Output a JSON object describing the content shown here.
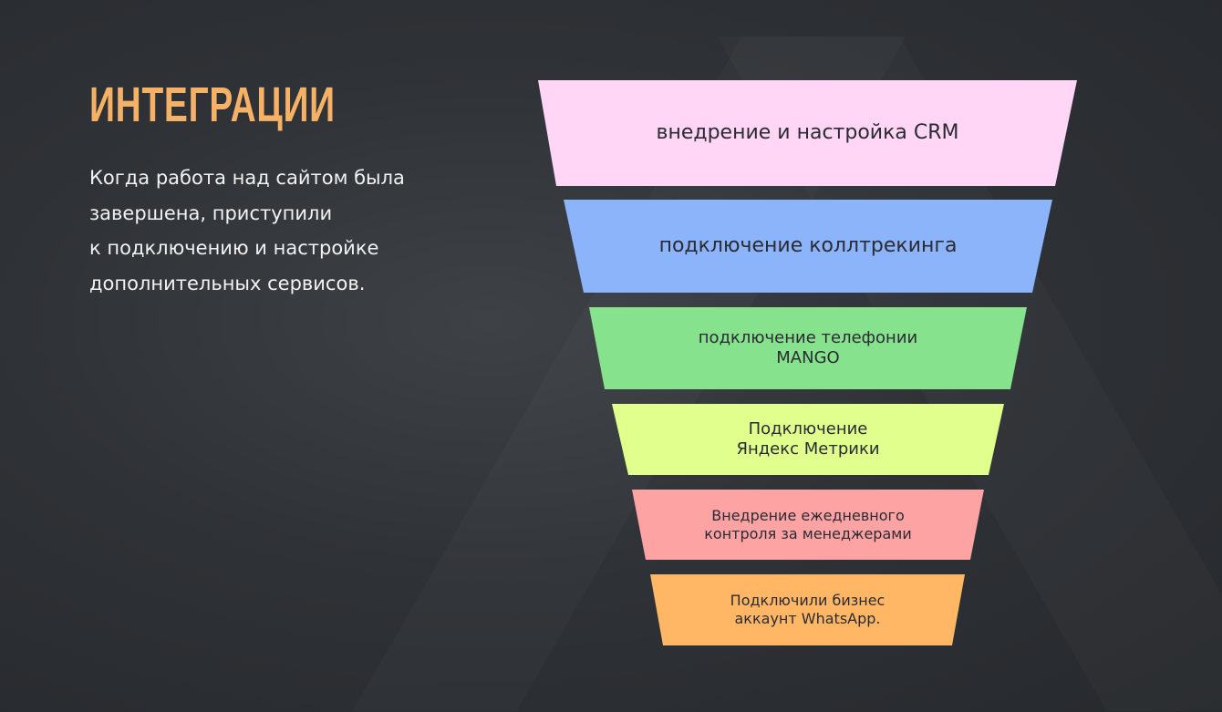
{
  "slide": {
    "title": "ИНТЕГРАЦИИ",
    "description_lines": [
      "Когда работа над сайтом была",
      "завершена, приступили",
      "к подключению и настройке",
      "дополнительных сервисов."
    ]
  },
  "funnel": [
    {
      "lines": [
        "внедрение и настройка CRM"
      ],
      "color": "#ffd6f5"
    },
    {
      "lines": [
        "подключение коллтрекинга"
      ],
      "color": "#8cb4fb"
    },
    {
      "lines": [
        "подключение телефонии",
        "MANGO"
      ],
      "color": "#86e28c"
    },
    {
      "lines": [
        "Подключение",
        "Яндекс Метрики"
      ],
      "color": "#e0ff8c"
    },
    {
      "lines": [
        "Внедрение ежедневного",
        "контроля за менеджерами"
      ],
      "color": "#fda3a3"
    },
    {
      "lines": [
        "Подключили бизнес",
        "аккаунт WhatsApp."
      ],
      "color": "#ffb766"
    }
  ]
}
